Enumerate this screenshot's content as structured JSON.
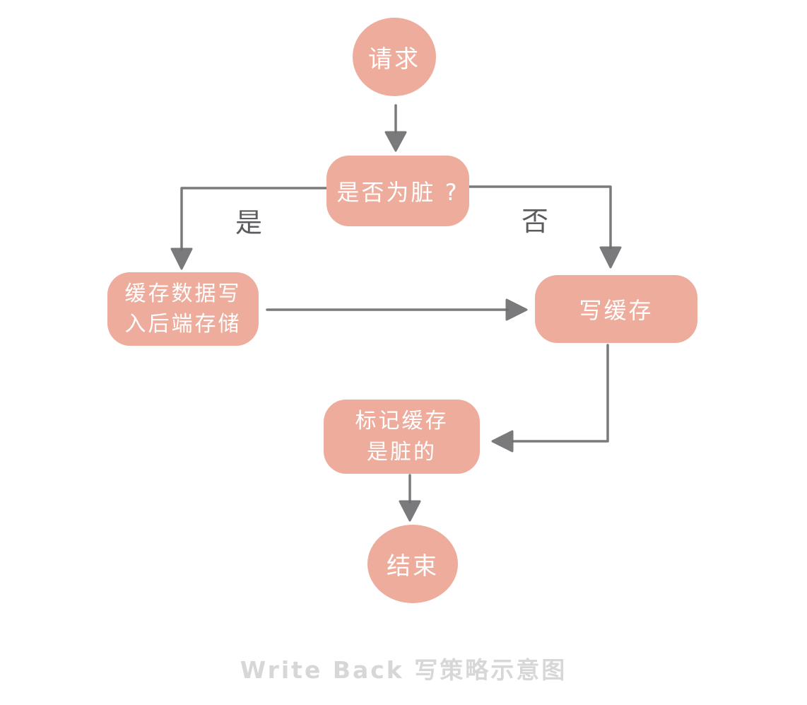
{
  "diagram": {
    "type": "flowchart",
    "title": "Write Back 写策略示意图",
    "background": "#ffffff",
    "colors": {
      "background": "#ffffff",
      "node_fill": "#edac9c",
      "node_text": "#ffffff",
      "edge": "#6f6f71",
      "edge_label": "#5b5c5f",
      "caption": "#d7d7d7"
    },
    "nodes": {
      "start": {
        "shape": "circle",
        "label": "请求"
      },
      "decision": {
        "shape": "rounded-rect",
        "label": "是否为脏 ?"
      },
      "write_backend": {
        "shape": "rounded-rect",
        "label": "缓存数据写\n入后端存储"
      },
      "write_cache": {
        "shape": "rounded-rect",
        "label": "写缓存"
      },
      "mark_dirty": {
        "shape": "rounded-rect",
        "label": "标记缓存\n是脏的"
      },
      "end": {
        "shape": "circle",
        "label": "结束"
      }
    },
    "edges": [
      {
        "from": "start",
        "to": "decision",
        "label": ""
      },
      {
        "from": "decision",
        "to": "write_backend",
        "label": "是"
      },
      {
        "from": "decision",
        "to": "write_cache",
        "label": "否"
      },
      {
        "from": "write_backend",
        "to": "write_cache",
        "label": ""
      },
      {
        "from": "write_cache",
        "to": "mark_dirty",
        "label": ""
      },
      {
        "from": "mark_dirty",
        "to": "end",
        "label": ""
      }
    ]
  }
}
